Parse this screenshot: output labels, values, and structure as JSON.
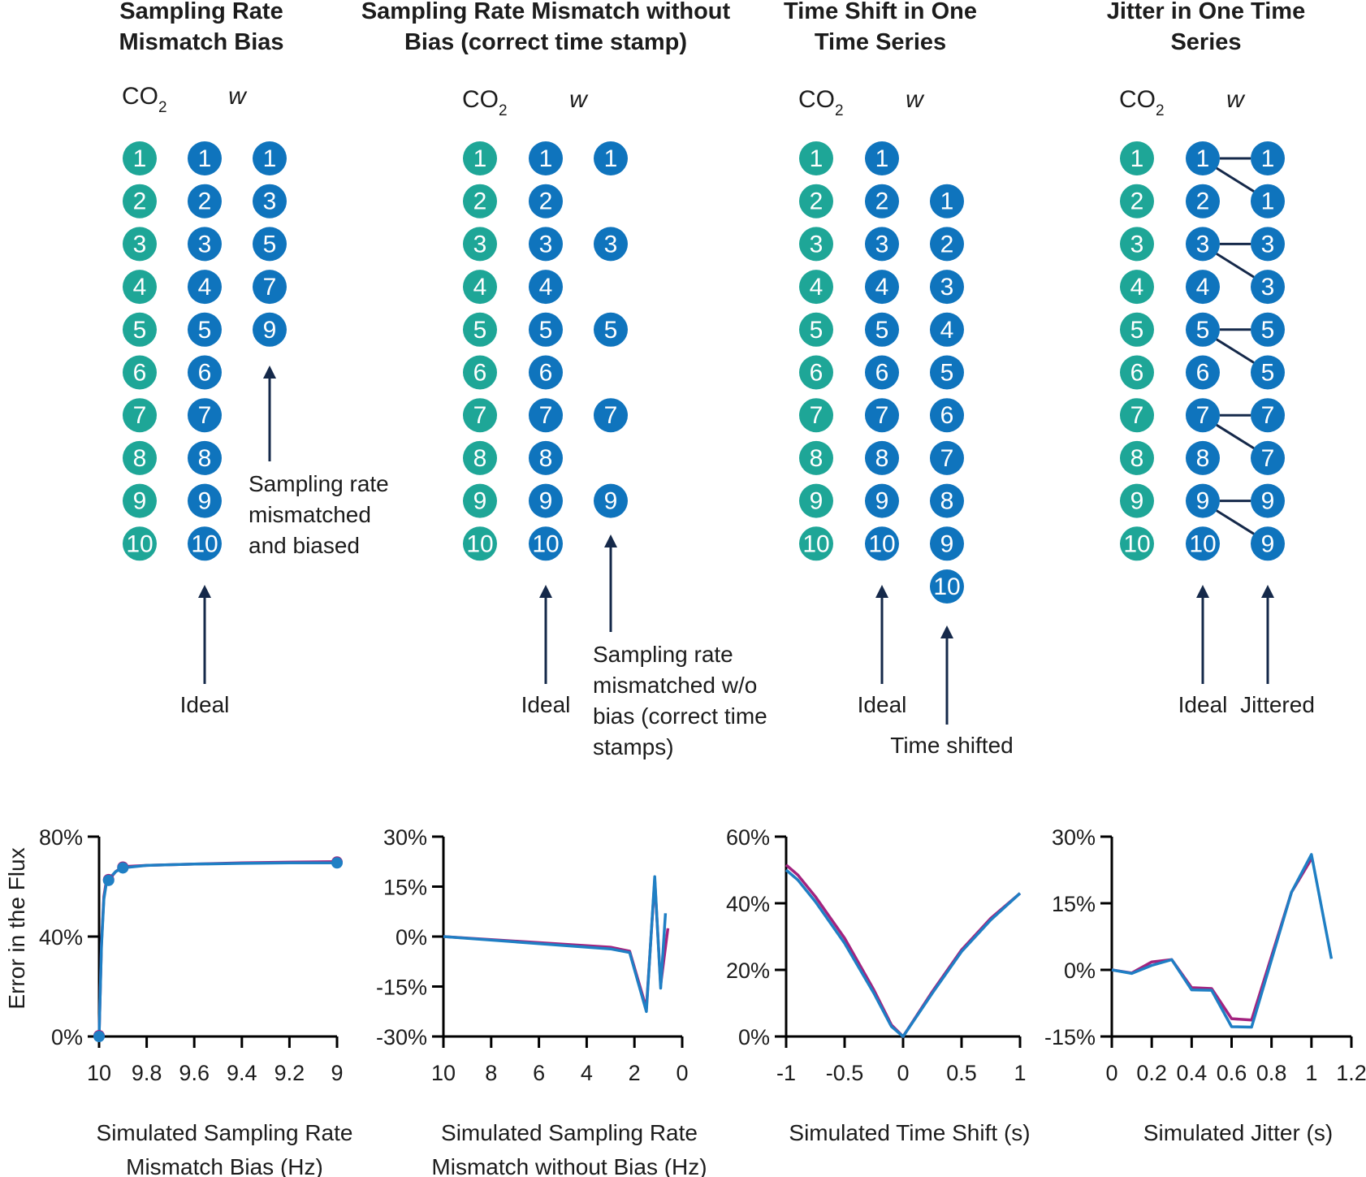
{
  "colors": {
    "co2": "#1ea697",
    "w": "#0f74bd",
    "arrow": "#15294a",
    "axis": "#000000",
    "series_primary": "#1f7fc4",
    "series_secondary": "#a3237f"
  },
  "panels": [
    {
      "title_lines": [
        "Sampling Rate",
        "Mismatch Bias"
      ],
      "header_co2": "CO",
      "header_co2_sub": "2",
      "header_w": "w",
      "co2_labels": [
        "1",
        "2",
        "3",
        "4",
        "5",
        "6",
        "7",
        "8",
        "9",
        "10"
      ],
      "ideal_labels": [
        "1",
        "2",
        "3",
        "4",
        "5",
        "6",
        "7",
        "8",
        "9",
        "10"
      ],
      "third_labels": [
        "1",
        "3",
        "5",
        "7",
        "9"
      ],
      "ideal_caption": "Ideal",
      "third_caption_lines": [
        "Sampling rate",
        "mismatched",
        "and biased"
      ]
    },
    {
      "title_lines": [
        "Sampling Rate Mismatch without",
        "Bias (correct time stamp)"
      ],
      "header_co2": "CO",
      "header_co2_sub": "2",
      "header_w": "w",
      "co2_labels": [
        "1",
        "2",
        "3",
        "4",
        "5",
        "6",
        "7",
        "8",
        "9",
        "10"
      ],
      "ideal_labels": [
        "1",
        "2",
        "3",
        "4",
        "5",
        "6",
        "7",
        "8",
        "9",
        "10"
      ],
      "third_labels": [
        "1",
        "3",
        "5",
        "7",
        "9"
      ],
      "ideal_caption": "Ideal",
      "third_caption_lines": [
        "Sampling rate",
        "mismatched w/o",
        "bias (correct time",
        "stamps)"
      ]
    },
    {
      "title_lines": [
        "Time Shift in One",
        "Time Series"
      ],
      "header_co2": "CO",
      "header_co2_sub": "2",
      "header_w": "w",
      "co2_labels": [
        "1",
        "2",
        "3",
        "4",
        "5",
        "6",
        "7",
        "8",
        "9",
        "10"
      ],
      "ideal_labels": [
        "1",
        "2",
        "3",
        "4",
        "5",
        "6",
        "7",
        "8",
        "9",
        "10"
      ],
      "third_labels": [
        "1",
        "2",
        "3",
        "4",
        "5",
        "6",
        "7",
        "8",
        "9",
        "10"
      ],
      "ideal_caption": "Ideal",
      "third_caption_lines": [
        "Time shifted"
      ]
    },
    {
      "title_lines": [
        "Jitter in One Time",
        "Series"
      ],
      "header_co2": "CO",
      "header_co2_sub": "2",
      "header_w": "w",
      "co2_labels": [
        "1",
        "2",
        "3",
        "4",
        "5",
        "6",
        "7",
        "8",
        "9",
        "10"
      ],
      "ideal_labels": [
        "1",
        "2",
        "3",
        "4",
        "5",
        "6",
        "7",
        "8",
        "9",
        "10"
      ],
      "third_labels": [
        "1",
        "1",
        "3",
        "3",
        "5",
        "5",
        "7",
        "7",
        "9",
        "9"
      ],
      "ideal_caption": "Ideal",
      "third_caption_lines": [
        "Jittered"
      ]
    }
  ],
  "chart_data": [
    {
      "type": "line",
      "ylabel": "Error in the Flux",
      "xlabel_lines": [
        "Simulated Sampling Rate",
        "Mismatch Bias (Hz)"
      ],
      "xlim": [
        10,
        9
      ],
      "ylim": [
        0,
        80
      ],
      "xticks": [
        10,
        9.8,
        9.6,
        9.4,
        9.2,
        9
      ],
      "xtick_labels": [
        "10",
        "9.8",
        "9.6",
        "9.4",
        "9.2",
        "9"
      ],
      "yticks": [
        0,
        40,
        80
      ],
      "ytick_labels": [
        "0%",
        "40%",
        "80%"
      ],
      "markers": true,
      "series": [
        {
          "x": [
            10,
            9.99,
            9.98,
            9.97,
            9.96,
            9.93,
            9.9,
            9.8,
            9.6,
            9.4,
            9.2,
            9.0
          ],
          "y": [
            0,
            36,
            55,
            61,
            63,
            66,
            67.5,
            68.5,
            69,
            69.3,
            69.5,
            69.5
          ]
        },
        {
          "x": [
            10,
            9.99,
            9.98,
            9.97,
            9.96,
            9.93,
            9.9,
            9.8,
            9.6,
            9.4,
            9.2,
            9.0
          ],
          "y": [
            0,
            37,
            56,
            62,
            62.5,
            66,
            68,
            68.5,
            69,
            69.5,
            69.8,
            70
          ]
        }
      ],
      "marker_points": {
        "x": [
          10,
          9.96,
          9.9,
          9.0
        ],
        "y": [
          0,
          62.5,
          67.5,
          69.5
        ]
      }
    },
    {
      "type": "line",
      "xlabel_lines": [
        "Simulated Sampling Rate",
        "Mismatch without Bias (Hz)"
      ],
      "xlim": [
        10,
        0
      ],
      "ylim": [
        -30,
        30
      ],
      "xticks": [
        10,
        8,
        6,
        4,
        2,
        0
      ],
      "xtick_labels": [
        "10",
        "8",
        "6",
        "4",
        "2",
        "0"
      ],
      "yticks": [
        -30,
        -15,
        0,
        15,
        30
      ],
      "ytick_labels": [
        "-30%",
        "-15%",
        "0%",
        "15%",
        "30%"
      ],
      "series": [
        {
          "x": [
            10,
            3,
            2.2,
            1.5,
            1.15,
            0.9,
            0.7
          ],
          "y": [
            0,
            -3.7,
            -4.8,
            -22.5,
            18,
            -15.5,
            7
          ]
        },
        {
          "x": [
            10,
            3,
            2.2,
            1.5,
            1.15,
            0.9,
            0.6
          ],
          "y": [
            0,
            -3.2,
            -4.4,
            -21.5,
            17,
            -14.5,
            2.5
          ]
        }
      ]
    },
    {
      "type": "line",
      "xlabel_lines": [
        "Simulated Time Shift (s)"
      ],
      "xlim": [
        -1,
        1
      ],
      "ylim": [
        0,
        60
      ],
      "xticks": [
        -1,
        -0.5,
        0,
        0.5,
        1
      ],
      "xtick_labels": [
        "-1",
        "-0.5",
        "0",
        "0.5",
        "1"
      ],
      "yticks": [
        0,
        20,
        40,
        60
      ],
      "ytick_labels": [
        "0%",
        "20%",
        "40%",
        "60%"
      ],
      "series": [
        {
          "x": [
            -1,
            -0.9,
            -0.75,
            -0.5,
            -0.25,
            -0.1,
            0,
            0.25,
            0.5,
            0.75,
            1
          ],
          "y": [
            50,
            47,
            40.5,
            28,
            13,
            3,
            0,
            13,
            25.5,
            35,
            43
          ]
        },
        {
          "x": [
            -1,
            -0.9,
            -0.75,
            -0.5,
            -0.25,
            -0.1,
            0,
            0.25,
            0.5,
            0.75,
            1
          ],
          "y": [
            51.5,
            48.5,
            42,
            29.5,
            14,
            3.5,
            0,
            13.5,
            26,
            35.5,
            43
          ]
        }
      ]
    },
    {
      "type": "line",
      "xlabel_lines": [
        "Simulated Jitter (s)"
      ],
      "xlim": [
        0,
        1.2
      ],
      "ylim": [
        -15,
        30
      ],
      "xticks": [
        0,
        0.2,
        0.4,
        0.6,
        0.8,
        1,
        1.2
      ],
      "xtick_labels": [
        "0",
        "0.2",
        "0.4",
        "0.6",
        "0.8",
        "1",
        "1.2"
      ],
      "yticks": [
        -15,
        0,
        15,
        30
      ],
      "ytick_labels": [
        "-15%",
        "0%",
        "15%",
        "30%"
      ],
      "series": [
        {
          "x": [
            0,
            0.1,
            0.2,
            0.3,
            0.4,
            0.5,
            0.6,
            0.7,
            0.9,
            1.0,
            1.1
          ],
          "y": [
            0,
            -0.8,
            1,
            2.3,
            -4.5,
            -4.6,
            -12.8,
            -12.9,
            17.5,
            26,
            2.5
          ]
        },
        {
          "x": [
            0,
            0.1,
            0.2,
            0.3,
            0.4,
            0.5,
            0.6,
            0.7,
            0.9,
            1.0
          ],
          "y": [
            0,
            -0.7,
            1.8,
            2.3,
            -4,
            -4.2,
            -11,
            -11.3,
            17.5,
            25
          ]
        }
      ]
    }
  ]
}
